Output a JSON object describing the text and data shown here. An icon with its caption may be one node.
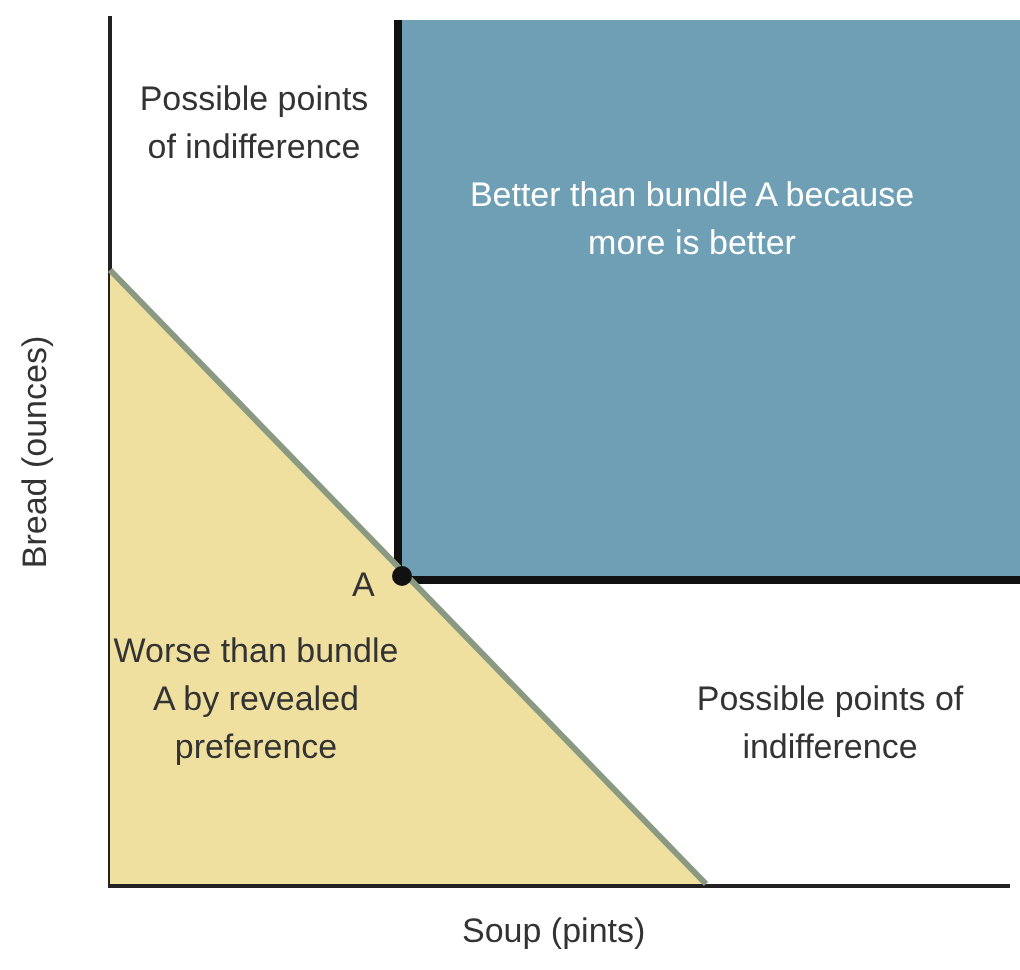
{
  "diagram": {
    "nodes": [
      {
        "text": [
          "Better than bundle A because more is better"
        ]
      },
      {
        "text": [
          "Worse than bundle A by revealed preference"
        ]
      }
    ],
    "labels": [
      "Possible points of indifference",
      "A",
      "Possible points of indifference",
      "Bread (ounces)",
      "Soup (pints)"
    ]
  }
}
